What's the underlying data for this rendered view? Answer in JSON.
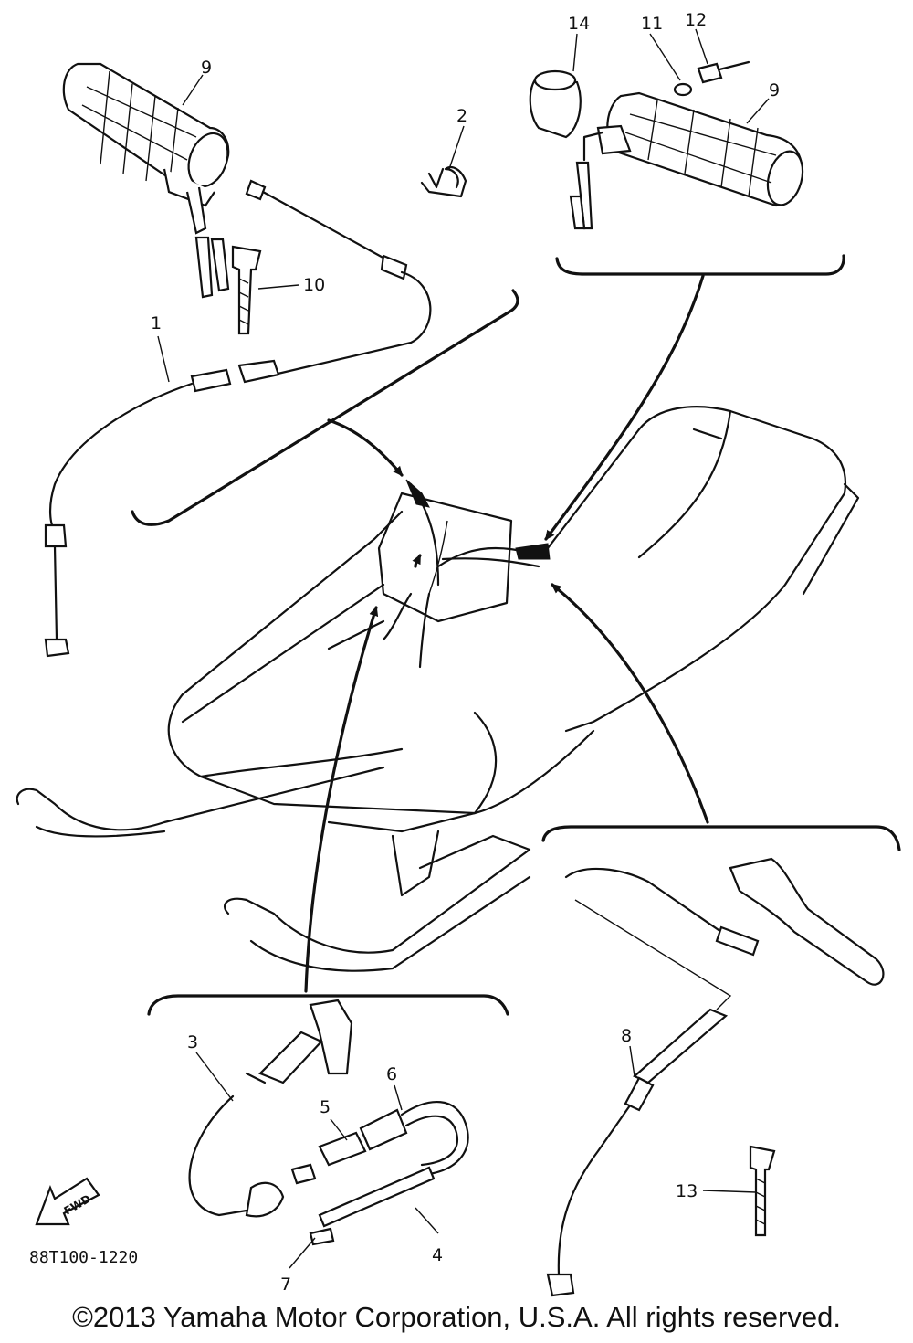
{
  "diagram": {
    "part_labels": [
      "1",
      "2",
      "3",
      "4",
      "5",
      "6",
      "7",
      "8",
      "9",
      "9",
      "10",
      "11",
      "12",
      "13",
      "14"
    ],
    "figure_code": "88T100-1220",
    "fwd_label": "FWD"
  },
  "footer": {
    "copyright": "©2013 Yamaha Motor Corporation, U.S.A. All rights reserved."
  }
}
